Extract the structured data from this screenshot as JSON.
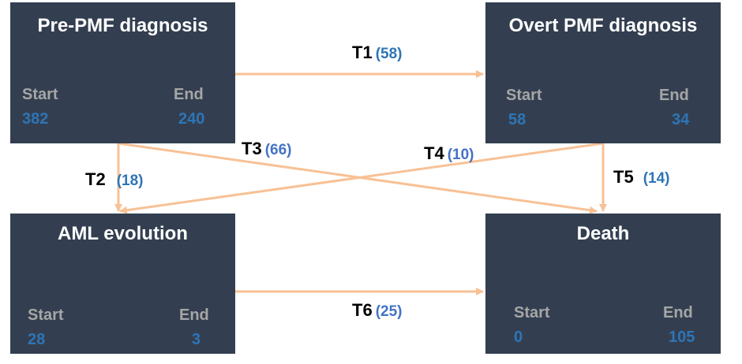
{
  "states": {
    "pre_pmf": {
      "title": "Pre-PMF diagnosis",
      "start_label": "Start",
      "end_label": "End",
      "start_value": "382",
      "end_value": "240"
    },
    "overt_pmf": {
      "title": "Overt PMF diagnosis",
      "start_label": "Start",
      "end_label": "End",
      "start_value": "58",
      "end_value": "34"
    },
    "aml": {
      "title": "AML evolution",
      "start_label": "Start",
      "end_label": "End",
      "start_value": "28",
      "end_value": "3"
    },
    "death": {
      "title": "Death",
      "start_label": "Start",
      "end_label": "End",
      "start_value": "0",
      "end_value": "105"
    }
  },
  "transitions": {
    "t1": {
      "label": "T1",
      "count": "(58)"
    },
    "t2": {
      "label": "T2",
      "count": "(18)"
    },
    "t3": {
      "label": "T3",
      "count": "(66)"
    },
    "t4": {
      "label": "T4",
      "count": "(10)"
    },
    "t5": {
      "label": "T5",
      "count": "(14)"
    },
    "t6": {
      "label": "T6",
      "count": "(25)"
    }
  },
  "colors": {
    "box": "#333f50",
    "arrow": "#f8cba3",
    "label_grey": "#a6a6a6",
    "value_blue": "#2e75b6",
    "count_blue": "#4472c4"
  }
}
